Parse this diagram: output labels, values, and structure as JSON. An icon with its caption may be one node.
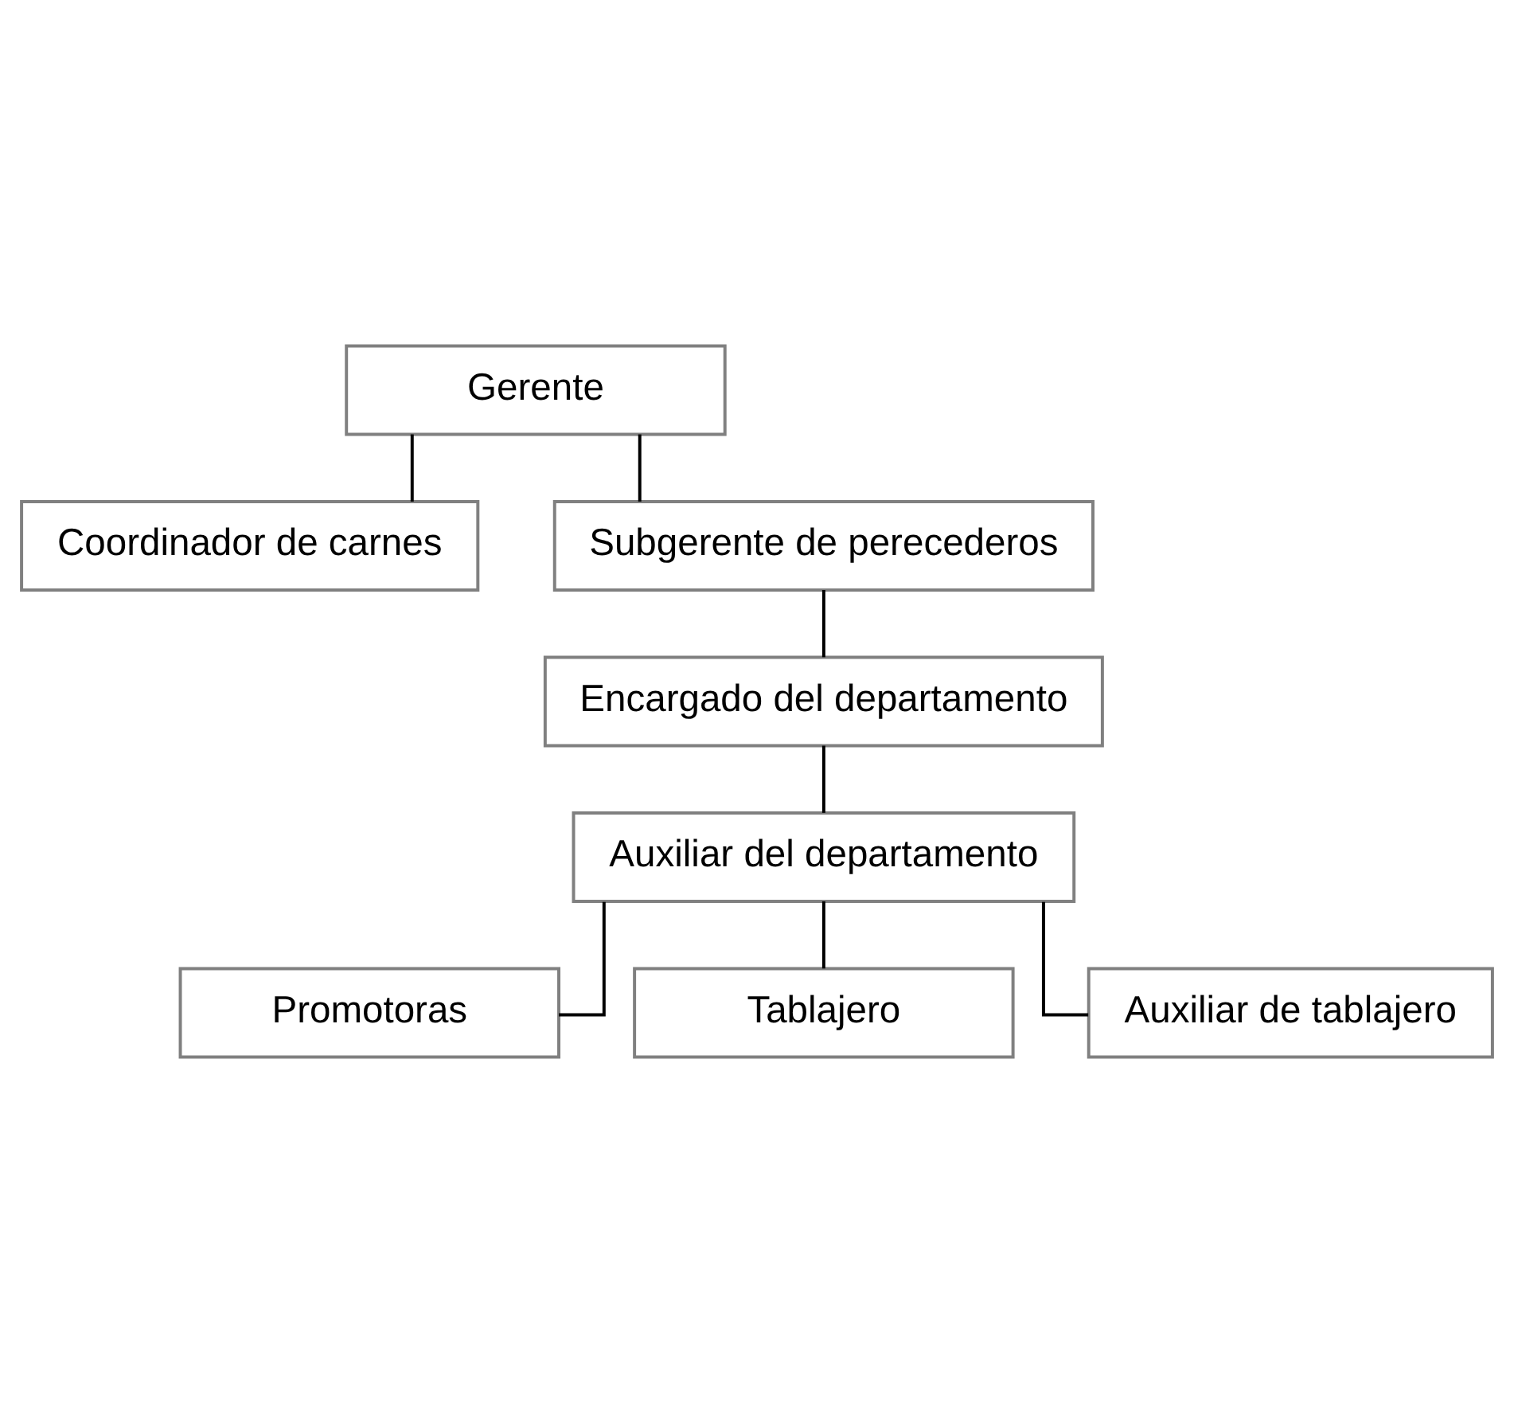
{
  "diagram": {
    "nodes": [
      {
        "text": [
          "Gerente"
        ]
      },
      {
        "text": [
          "Coordinador de carnes"
        ]
      },
      {
        "text": [
          "Subgerente de perecederos"
        ]
      },
      {
        "text": [
          "Encargado del departamento"
        ]
      },
      {
        "text": [
          "Auxiliar del departamento"
        ]
      },
      {
        "text": [
          "Promotoras"
        ]
      },
      {
        "text": [
          "Tablajero"
        ]
      },
      {
        "text": [
          "Auxiliar de tablajero"
        ]
      }
    ],
    "edges": [
      {
        "from": 0,
        "to": 1,
        "arrow": "none"
      },
      {
        "from": 0,
        "to": 2,
        "arrow": "none"
      },
      {
        "from": 2,
        "to": 3,
        "arrow": "none"
      },
      {
        "from": 3,
        "to": 4,
        "arrow": "none"
      },
      {
        "from": 4,
        "to": 5,
        "arrow": "none"
      },
      {
        "from": 4,
        "to": 6,
        "arrow": "none"
      },
      {
        "from": 4,
        "to": 7,
        "arrow": "none"
      }
    ]
  }
}
